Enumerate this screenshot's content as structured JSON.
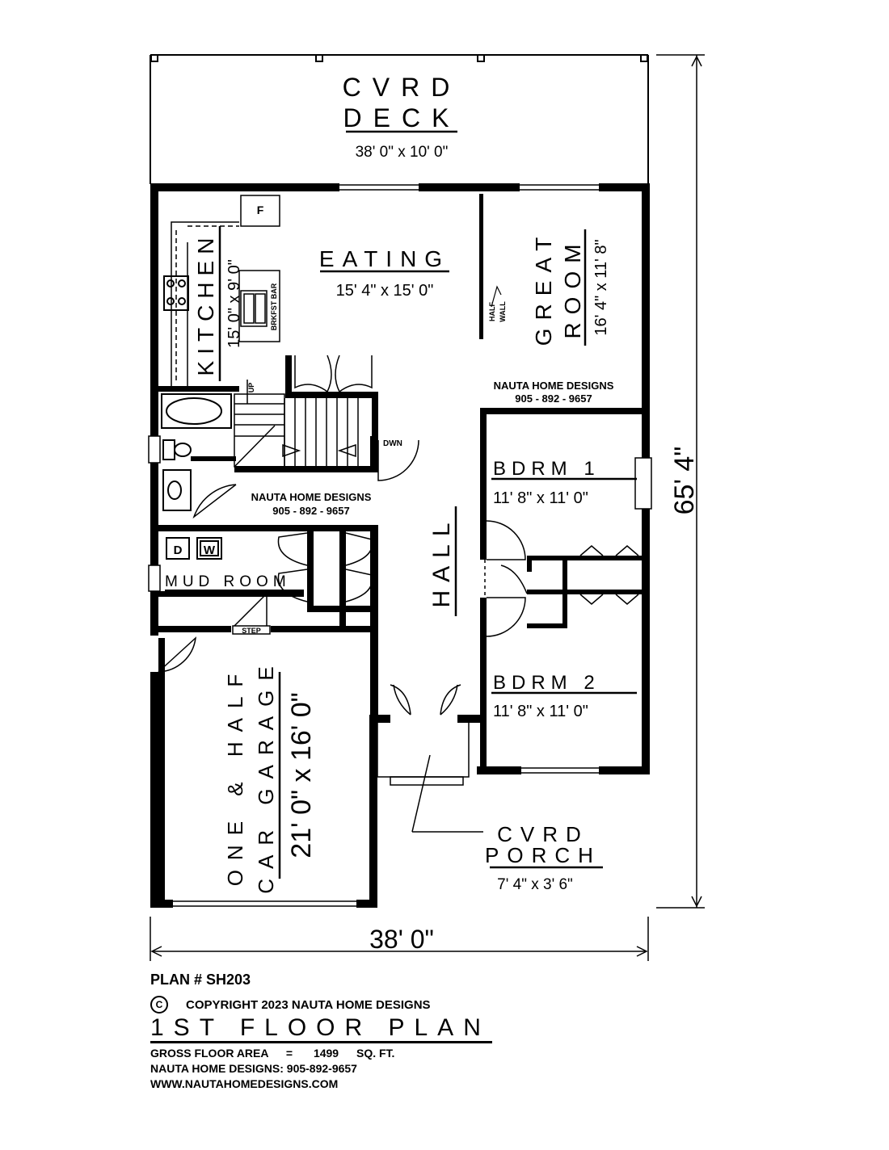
{
  "rooms": {
    "deck": {
      "line1": "CVRD",
      "line2": "DECK",
      "size": "38' 0\" x 10' 0\""
    },
    "eating": {
      "name": "EATING",
      "size": "15' 4\" x 15' 0\""
    },
    "kitchen": {
      "name": "KITCHEN",
      "size": "15' 0\" x 9' 0\""
    },
    "great": {
      "line1": "GREAT",
      "line2": "ROOM",
      "size": "16' 4\" x 11' 8\""
    },
    "bdrm1": {
      "name": "BDRM 1",
      "size": "11' 8\" x 11' 0\""
    },
    "bdrm2": {
      "name": "BDRM 2",
      "size": "11' 8\" x 11' 0\""
    },
    "hall": {
      "name": "HALL"
    },
    "mud": {
      "name": "MUD ROOM"
    },
    "garage": {
      "line1": "ONE & HALF",
      "line2": "CAR GARAGE",
      "size": "21' 0\" x 16' 0\""
    },
    "porch": {
      "line1": "CVRD",
      "line2": "PORCH",
      "size": "7' 4\" x 3' 6\""
    }
  },
  "fixtures": {
    "fridge": "F",
    "brkfst_bar": "BRKFST BAR",
    "half_wall_1": "HALF",
    "half_wall_2": "WALL",
    "up": "UP",
    "down": "DWN",
    "dryer": "D",
    "washer": "W",
    "step": "STEP"
  },
  "watermarks": [
    {
      "name": "NAUTA HOME DESIGNS",
      "phone": "905 - 892 - 9657"
    },
    {
      "name": "NAUTA HOME DESIGNS",
      "phone": "905 - 892 - 9657"
    }
  ],
  "dimensions": {
    "width": "38' 0\"",
    "depth": "65' 4\""
  },
  "footer": {
    "plan_number": "PLAN # SH203",
    "copyright_symbol": "C",
    "copyright": "COPYRIGHT 2023 NAUTA HOME DESIGNS",
    "title": "1ST FLOOR PLAN",
    "area_label": "GROSS  FLOOR AREA",
    "area_eq": "=",
    "area_value": "1499",
    "area_unit": "SQ. FT.",
    "company": "NAUTA HOME DESIGNS:  905-892-9657",
    "website": "WWW.NAUTAHOMEDESIGNS.COM"
  }
}
